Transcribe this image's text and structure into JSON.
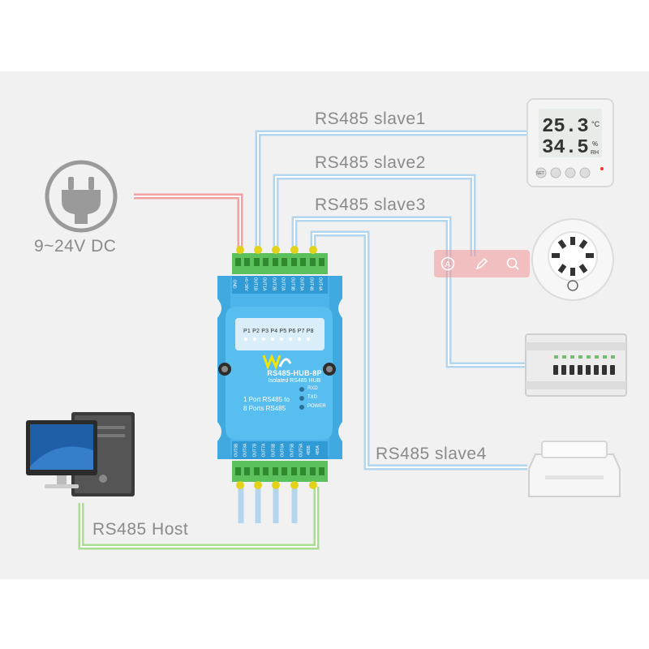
{
  "power": {
    "label": "9~24V DC"
  },
  "host": {
    "label": "RS485 Host"
  },
  "slaves": [
    {
      "label": "RS485 slave1",
      "device": "thermo-hygrometer"
    },
    {
      "label": "RS485 slave2",
      "device": "smoke-detector"
    },
    {
      "label": "RS485 slave3",
      "device": "relay-module"
    },
    {
      "label": "RS485 slave4",
      "device": "printer"
    }
  ],
  "hub": {
    "model": "RS485-HUB-8P",
    "subtitle": "Isolated RS485 HUB",
    "ports_line": "P1 P2 P3 P4 P5 P6 P7 P8",
    "desc_line1": "1 Port RS485 to",
    "desc_line2": "8 Ports RS485",
    "leds": [
      "RXD",
      "TXD",
      "POWER"
    ],
    "top_pins": [
      "GND",
      "+6~36V",
      "OUT1B",
      "OUT1A",
      "OUT2B",
      "OUT2A",
      "OUT3B",
      "OUT3A",
      "OUT4B",
      "OUT4A"
    ],
    "bottom_pins": [
      "OUT8B",
      "OUT8A",
      "OUT7B",
      "OUT7A",
      "OUT6B",
      "OUT6A",
      "OUT5B",
      "OUT5A",
      "485B",
      "485A"
    ]
  },
  "display": {
    "temp": "25.3",
    "temp_unit": "°C",
    "humidity": "34.5",
    "hum_unit": "%",
    "rh": "RH",
    "set": "SET"
  },
  "icons": {
    "plug": "power-plug-icon",
    "computer": "desktop-computer-icon",
    "overlay": [
      "translate-icon",
      "edit-icon",
      "search-icon"
    ]
  },
  "colors": {
    "power_wire": "#f2a0a0",
    "host_wire": "#a9dd92",
    "slave_wire": "#b3d6ee",
    "hub_body": "#3fa9e0",
    "terminal": "#5cc05c"
  }
}
